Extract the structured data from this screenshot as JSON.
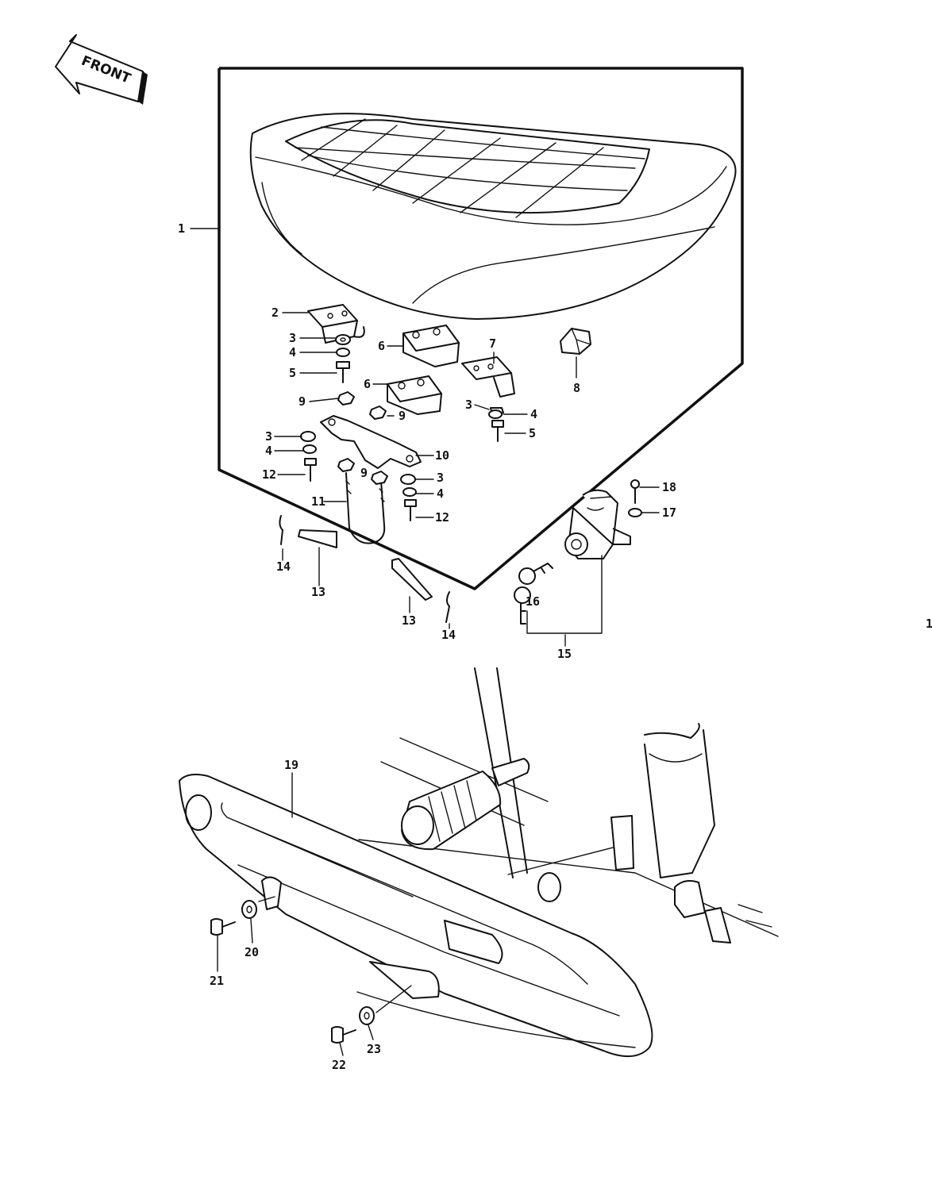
{
  "front_arrow": {
    "text": "FRONT"
  },
  "callouts": {
    "c1": "1",
    "c2": "2",
    "c3a": "3",
    "c3b": "3",
    "c3c": "3",
    "c3d": "3",
    "c4a": "4",
    "c4b": "4",
    "c4c": "4",
    "c4d": "4",
    "c5a": "5",
    "c5b": "5",
    "c6a": "6",
    "c6b": "6",
    "c7": "7",
    "c8": "8",
    "c9a": "9",
    "c9b": "9",
    "c9c": "9",
    "c10": "10",
    "c11": "11",
    "c12a": "12",
    "c12b": "12",
    "c13a": "13",
    "c13b": "13",
    "c14a": "14",
    "c14b": "14",
    "c15": "15",
    "c16": "16",
    "c17": "17",
    "c18": "18",
    "c19": "19",
    "c20": "20",
    "c21": "21",
    "c22": "22",
    "c23": "23",
    "edge_mark": "1"
  }
}
